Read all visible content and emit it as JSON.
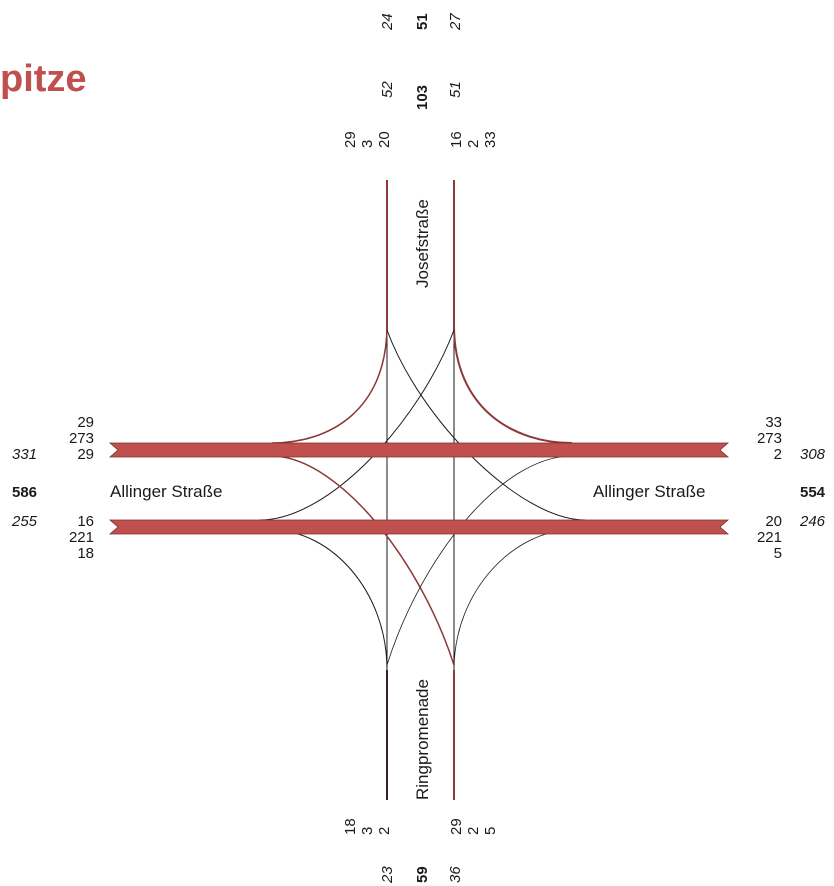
{
  "title": "pitze",
  "roads": {
    "north": "Josefstraße",
    "south": "Ringpromenade",
    "west": "Allinger Straße",
    "east": "Allinger Straße"
  },
  "north": {
    "in_total": "24",
    "sum": "51",
    "out_total": "27",
    "in_peak": "52",
    "sum_peak": "103",
    "out_peak": "51",
    "in_lanes": [
      "29",
      "3",
      "20"
    ],
    "out_lanes": [
      "16",
      "2",
      "33"
    ]
  },
  "south": {
    "in_lanes": [
      "18",
      "3",
      "2"
    ],
    "out_lanes": [
      "29",
      "2",
      "5"
    ],
    "in_total": "23",
    "sum": "59",
    "out_total": "36"
  },
  "west": {
    "upper_lanes": [
      "29",
      "273",
      "29"
    ],
    "upper_total": "331",
    "sum": "586",
    "lower_total": "255",
    "lower_lanes": [
      "16",
      "221",
      "18"
    ]
  },
  "east": {
    "upper_lanes": [
      "33",
      "273",
      "2"
    ],
    "upper_total": "308",
    "sum": "554",
    "lower_total": "246",
    "lower_lanes": [
      "20",
      "221",
      "5"
    ]
  },
  "colors": {
    "accent": "#c0504d",
    "flow_band": "#c0504d",
    "line": "#1a1a1a"
  }
}
